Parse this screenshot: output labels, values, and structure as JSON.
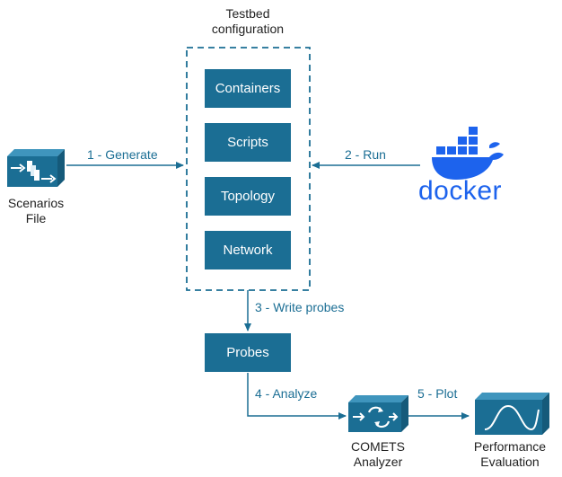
{
  "testbed": {
    "title_line1": "Testbed",
    "title_line2": "configuration",
    "components": [
      "Containers",
      "Scripts",
      "Topology",
      "Network"
    ]
  },
  "scenarios": {
    "line1": "Scenarios",
    "line2": "File"
  },
  "docker": {
    "wordmark": "docker"
  },
  "probes": {
    "label": "Probes"
  },
  "analyzer": {
    "line1": "COMETS",
    "line2": "Analyzer"
  },
  "evaluation": {
    "line1": "Performance",
    "line2": "Evaluation"
  },
  "edges": {
    "generate": "1 - Generate",
    "run": "2 - Run",
    "write_probes": "3 - Write probes",
    "analyze": "4 - Analyze",
    "plot": "5 - Plot"
  },
  "colors": {
    "primary": "#1b6e94",
    "docker_blue": "#1d63ed",
    "text": "#222222"
  }
}
